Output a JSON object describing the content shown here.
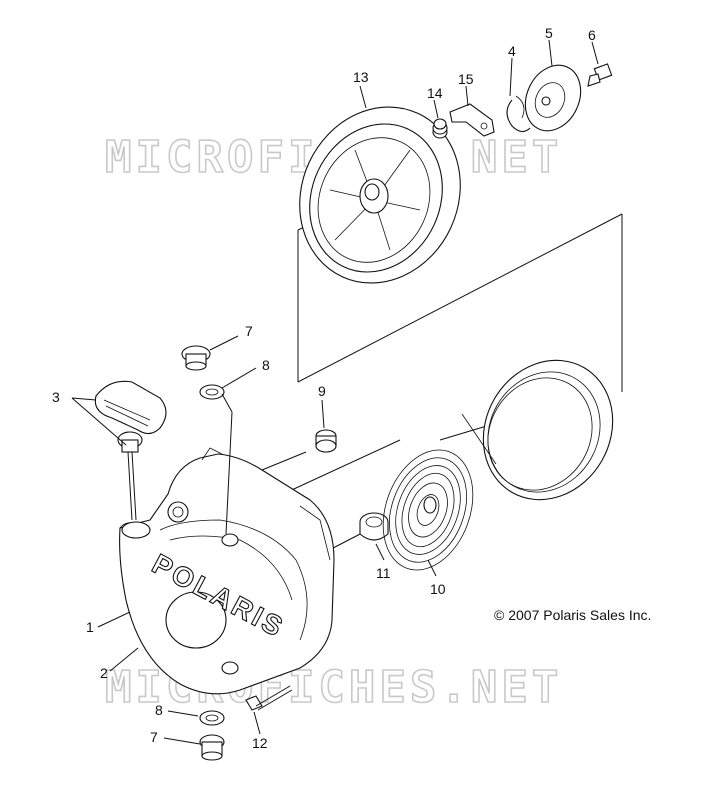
{
  "watermark": "MICROFICHES.NET",
  "copyright": "© 2007 Polaris Sales Inc.",
  "brand_mark": "POLARIS",
  "callouts": {
    "c1": "1",
    "c2": "2",
    "c3": "3",
    "c4": "4",
    "c5": "5",
    "c6": "6",
    "c7a": "7",
    "c7b": "7",
    "c8a": "8",
    "c8b": "8",
    "c9": "9",
    "c10": "10",
    "c11": "11",
    "c12": "12",
    "c13": "13",
    "c14": "14",
    "c15": "15"
  }
}
